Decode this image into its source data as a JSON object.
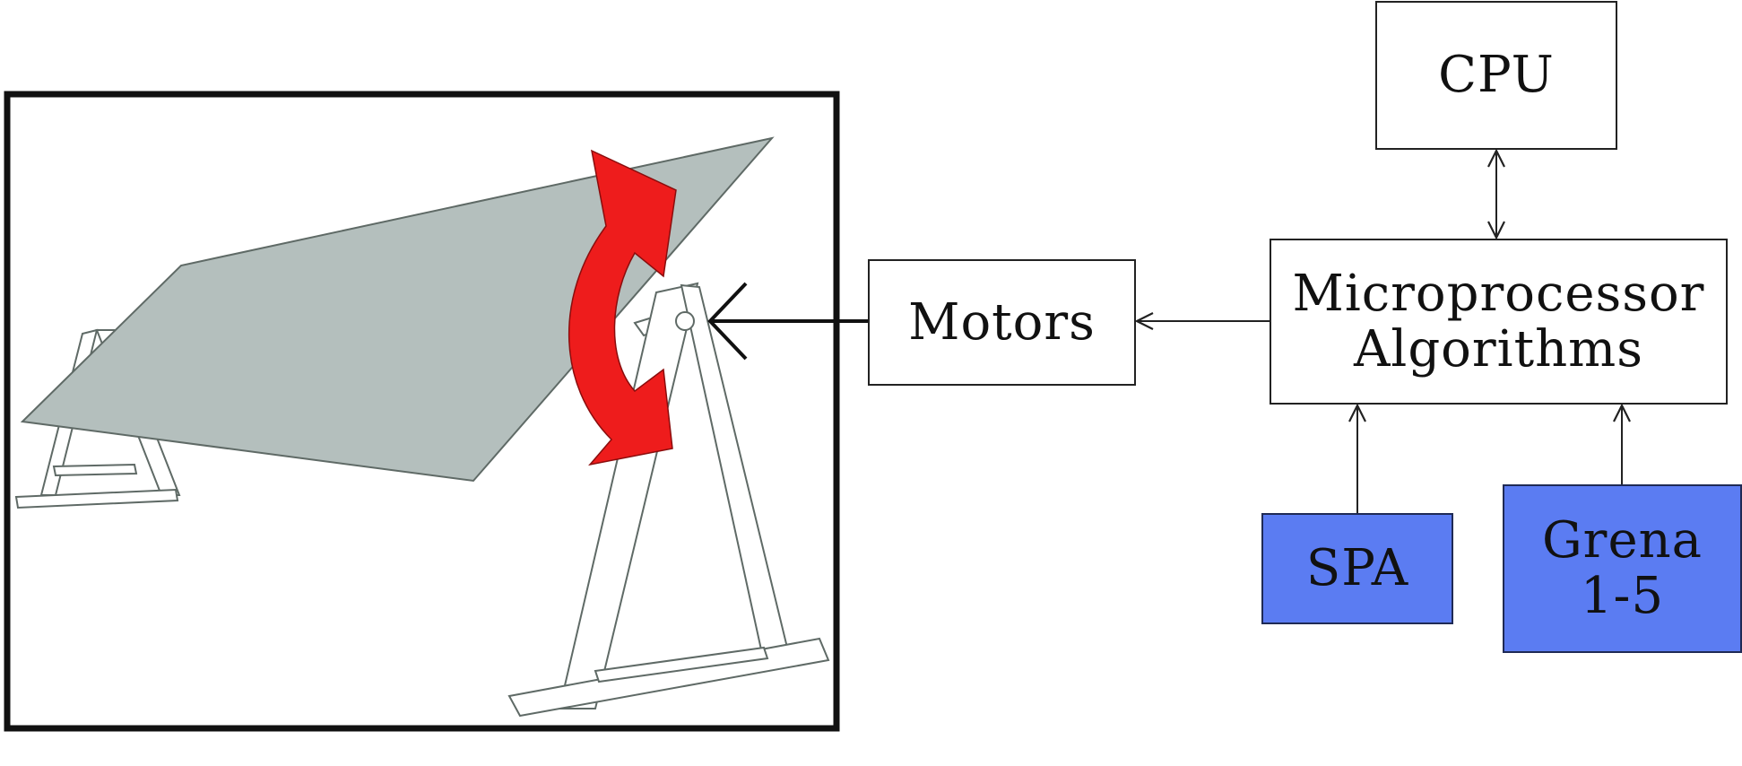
{
  "blocks": {
    "cpu": "CPU",
    "microprocessor": "Microprocessor\nAlgorithms",
    "motors": "Motors",
    "spa": "SPA",
    "grena": "Grena\n1-5"
  },
  "illustration": {
    "subject": "tracker-panel-picture",
    "rotation_arrow_icon": "red-curved-double-arrow"
  },
  "colors": {
    "algorithm_block": "#5b7cf2",
    "panel": "#b4bfbd",
    "rotation_arrow": "#ee1c1c",
    "line": "#222222"
  }
}
